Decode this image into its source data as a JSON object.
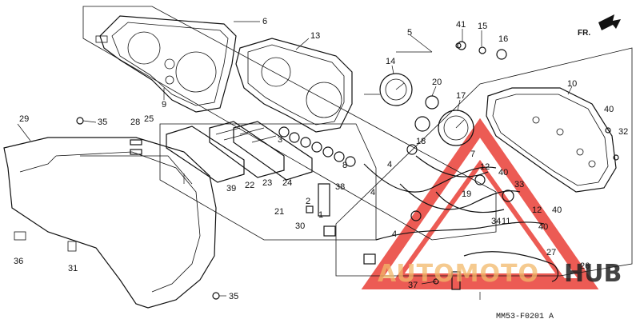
{
  "diagram": {
    "callouts": [
      {
        "id": "6",
        "text": "6"
      },
      {
        "id": "13",
        "text": "13"
      },
      {
        "id": "5",
        "text": "5"
      },
      {
        "id": "9",
        "text": "9"
      },
      {
        "id": "41",
        "text": "41"
      },
      {
        "id": "15",
        "text": "15"
      },
      {
        "id": "16",
        "text": "16"
      },
      {
        "id": "14",
        "text": "14"
      },
      {
        "id": "20",
        "text": "20"
      },
      {
        "id": "10",
        "text": "10"
      },
      {
        "id": "17",
        "text": "17"
      },
      {
        "id": "40a",
        "text": "40"
      },
      {
        "id": "32",
        "text": "32"
      },
      {
        "id": "18",
        "text": "18"
      },
      {
        "id": "29",
        "text": "29"
      },
      {
        "id": "35a",
        "text": "35"
      },
      {
        "id": "28",
        "text": "28"
      },
      {
        "id": "25",
        "text": "25"
      },
      {
        "id": "3",
        "text": "3"
      },
      {
        "id": "7",
        "text": "7"
      },
      {
        "id": "12a",
        "text": "12"
      },
      {
        "id": "40b",
        "text": "40"
      },
      {
        "id": "8",
        "text": "8"
      },
      {
        "id": "4a",
        "text": "4"
      },
      {
        "id": "4b",
        "text": "4"
      },
      {
        "id": "39",
        "text": "39"
      },
      {
        "id": "22",
        "text": "22"
      },
      {
        "id": "23",
        "text": "23"
      },
      {
        "id": "24",
        "text": "24"
      },
      {
        "id": "19",
        "text": "19"
      },
      {
        "id": "33",
        "text": "33"
      },
      {
        "id": "38",
        "text": "38"
      },
      {
        "id": "21",
        "text": "21"
      },
      {
        "id": "2",
        "text": "2"
      },
      {
        "id": "1",
        "text": "1"
      },
      {
        "id": "30",
        "text": "30"
      },
      {
        "id": "4c",
        "text": "4"
      },
      {
        "id": "34",
        "text": "34"
      },
      {
        "id": "12b",
        "text": "12"
      },
      {
        "id": "40c",
        "text": "40"
      },
      {
        "id": "11",
        "text": "11"
      },
      {
        "id": "40d",
        "text": "40"
      },
      {
        "id": "36",
        "text": "36"
      },
      {
        "id": "31",
        "text": "31"
      },
      {
        "id": "27",
        "text": "27"
      },
      {
        "id": "26",
        "text": "26"
      },
      {
        "id": "37",
        "text": "37"
      },
      {
        "id": "35b",
        "text": "35"
      }
    ],
    "direction_label": "FR.",
    "diagram_code": "MM53-F0201 A",
    "watermark": {
      "part1": "AUTOMOTO",
      "part2": "HUB",
      "accent_color": "#e8332a",
      "accent_color_2": "#f2b86a"
    }
  }
}
